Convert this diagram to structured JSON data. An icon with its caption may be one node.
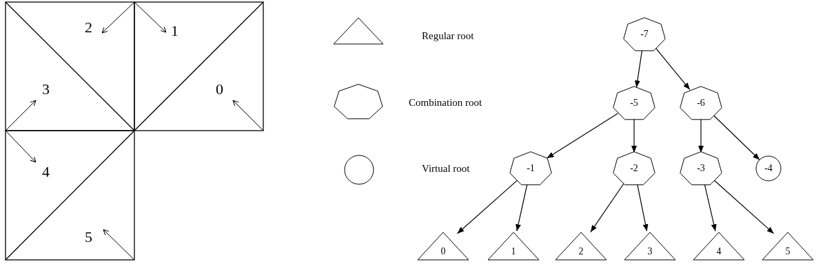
{
  "diagram": {
    "nodes": [
      {
        "text": [
          "-7"
        ]
      },
      {
        "text": [
          "-5"
        ]
      },
      {
        "text": [
          "-6"
        ]
      },
      {
        "text": [
          "-1"
        ]
      },
      {
        "text": [
          "-2"
        ]
      },
      {
        "text": [
          "-3"
        ]
      },
      {
        "text": [
          "-4"
        ]
      },
      {
        "text": [
          "0"
        ]
      },
      {
        "text": [
          "1"
        ]
      },
      {
        "text": [
          "2"
        ]
      },
      {
        "text": [
          "3"
        ]
      },
      {
        "text": [
          "4"
        ]
      },
      {
        "text": [
          "5"
        ]
      }
    ],
    "edges": [
      {
        "from": 0,
        "to": 1,
        "arrow": "to"
      },
      {
        "from": 0,
        "to": 2,
        "arrow": "to"
      },
      {
        "from": 1,
        "to": 3,
        "arrow": "to"
      },
      {
        "from": 1,
        "to": 4,
        "arrow": "to"
      },
      {
        "from": 2,
        "to": 5,
        "arrow": "to"
      },
      {
        "from": 2,
        "to": 6,
        "arrow": "to"
      },
      {
        "from": 3,
        "to": 7,
        "arrow": "to"
      },
      {
        "from": 3,
        "to": 8,
        "arrow": "to"
      },
      {
        "from": 4,
        "to": 9,
        "arrow": "to"
      },
      {
        "from": 4,
        "to": 10,
        "arrow": "to"
      },
      {
        "from": 5,
        "to": 11,
        "arrow": "to"
      },
      {
        "from": 5,
        "to": 12,
        "arrow": "to"
      }
    ],
    "labels": [
      "2",
      "1",
      "3",
      "0",
      "4",
      "5"
    ],
    "legend": [
      {
        "text": "Regular root"
      },
      {
        "text": "Combination root"
      },
      {
        "text": "Virtual root"
      }
    ]
  }
}
